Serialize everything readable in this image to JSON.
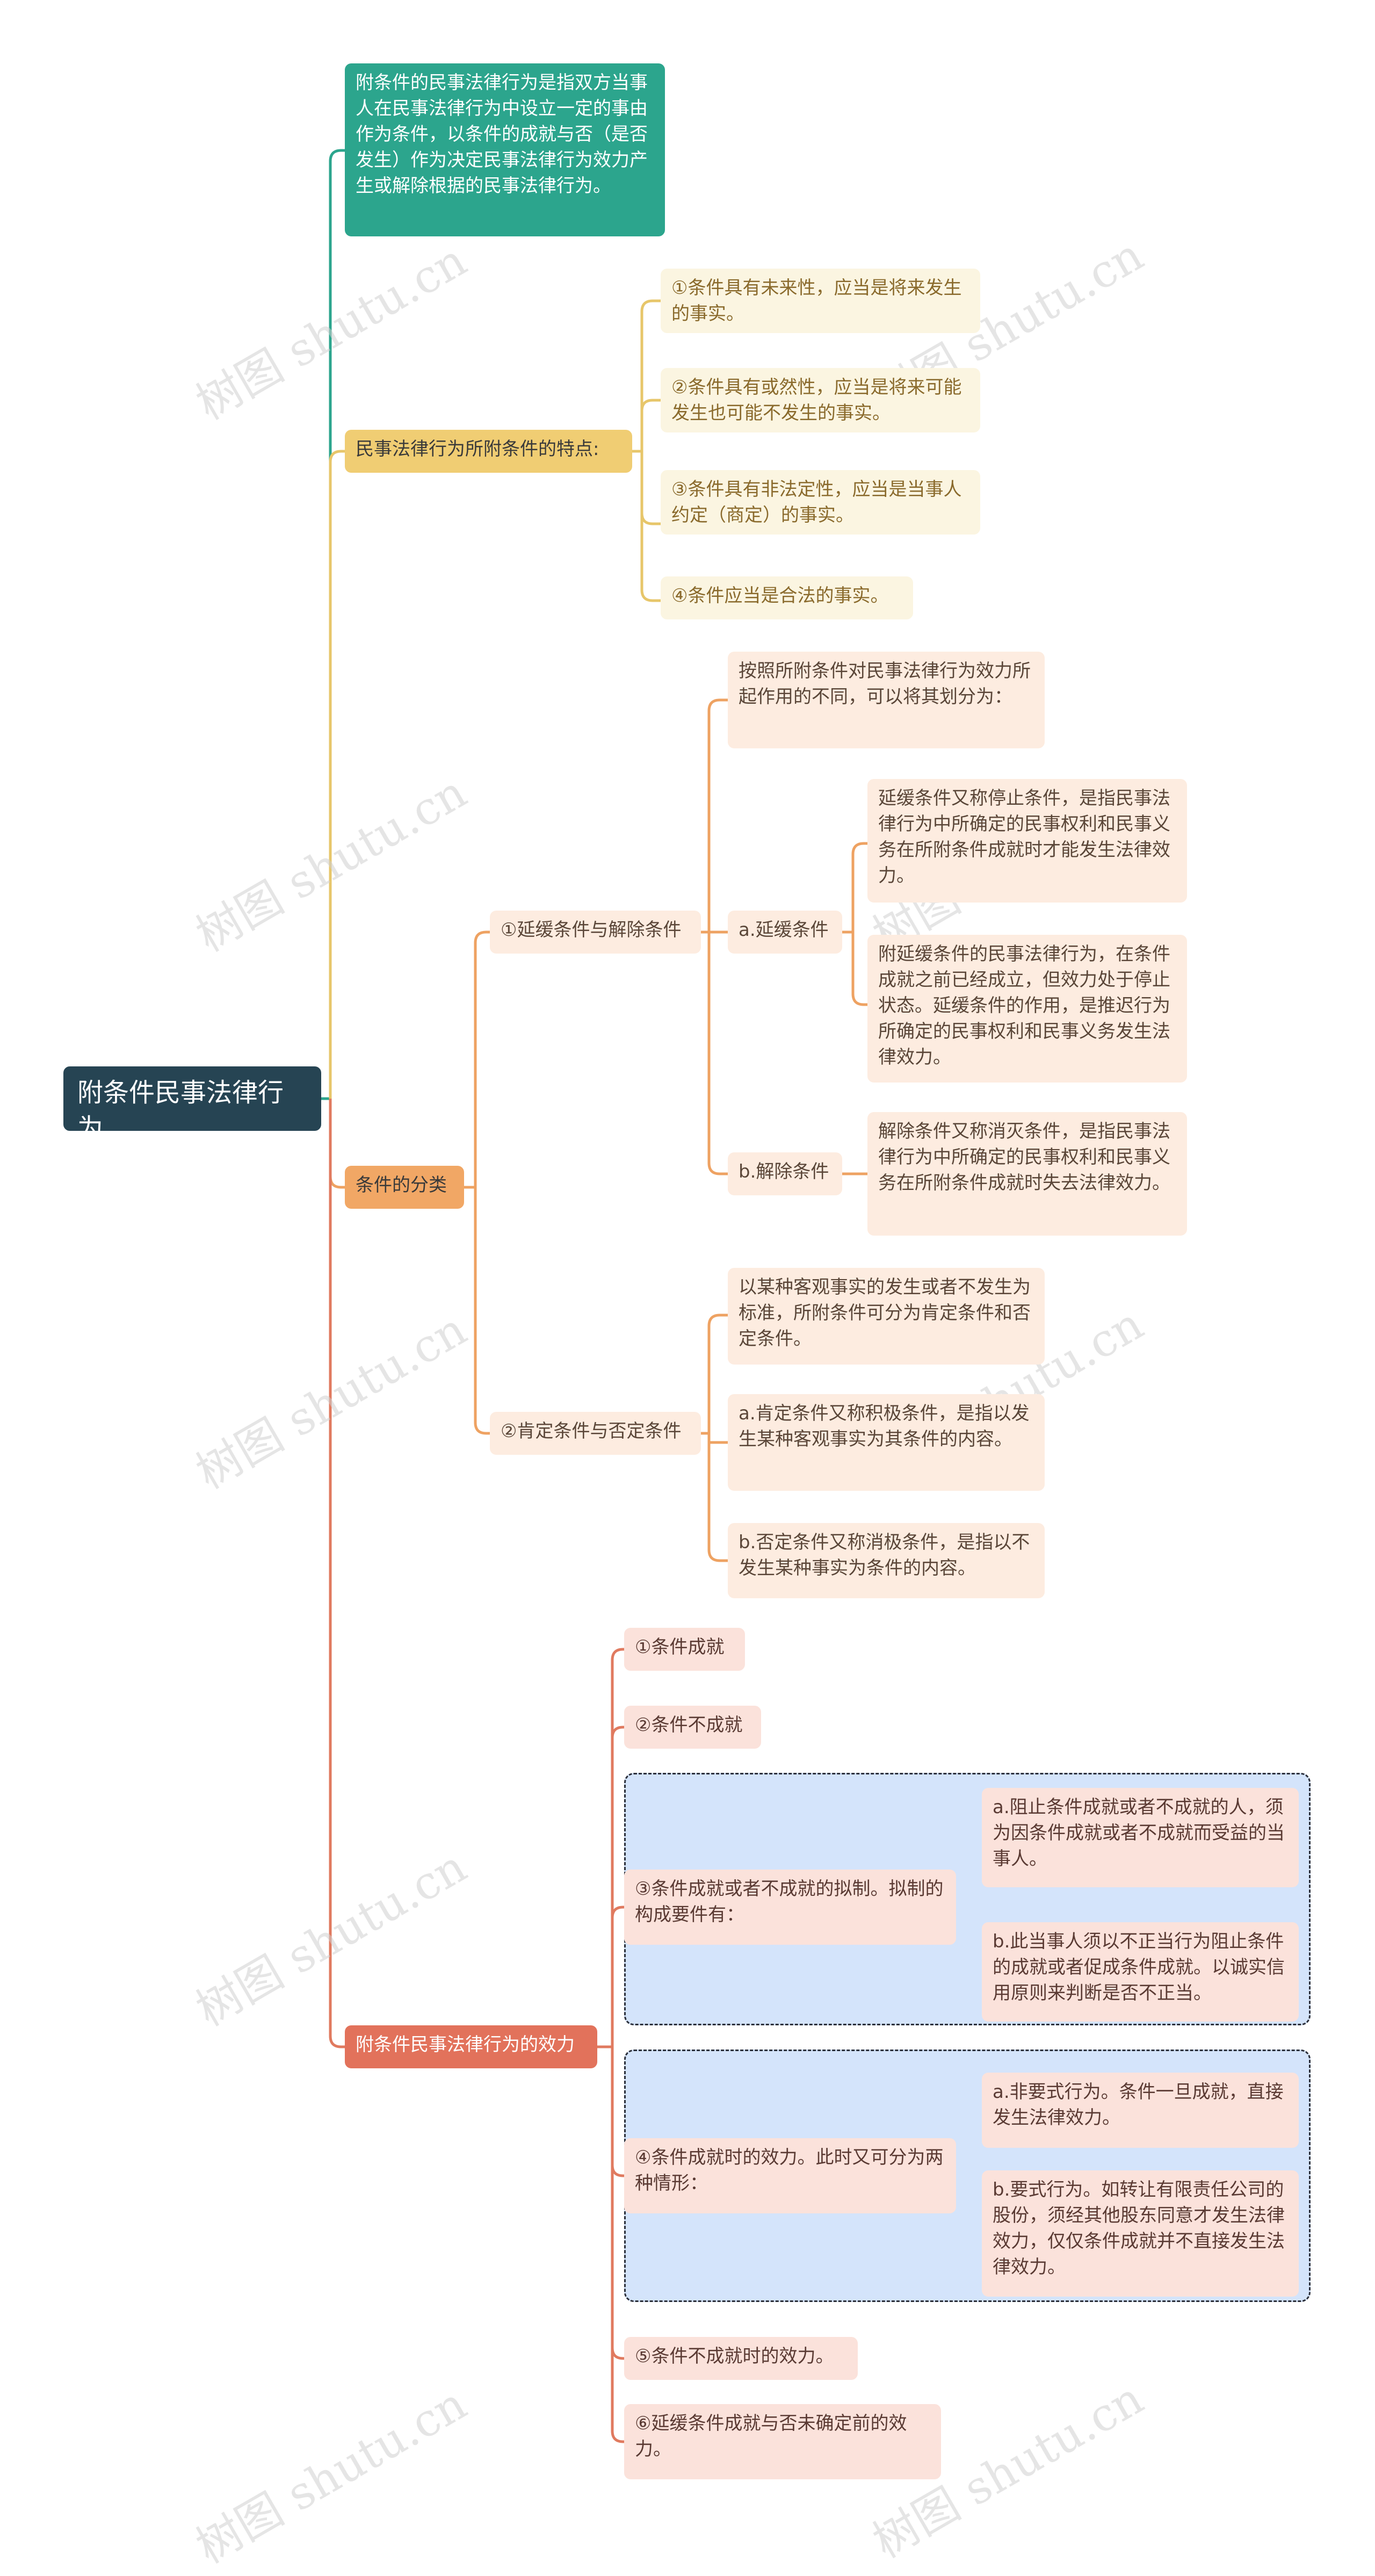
{
  "root": "附条件民事法律行为",
  "definition": "附条件的民事法律行为是指双方当事人在民事法律行为中设立一定的事由作为条件，以条件的成就与否（是否发生）作为决定民事法律行为效力产生或解除根据的民事法律行为。",
  "features": {
    "title": "民事法律行为所附条件的特点:",
    "items": [
      "①条件具有未来性，应当是将来发生的事实。",
      "②条件具有或然性，应当是将来可能发生也可能不发生的事实。",
      "③条件具有非法定性，应当是当事人约定（商定）的事实。",
      "④条件应当是合法的事实。"
    ]
  },
  "classification": {
    "title": "条件的分类",
    "group1": {
      "title": "①延缓条件与解除条件",
      "intro": "按照所附条件对民事法律行为效力所起作用的不同，可以将其划分为：",
      "a_title": "a.延缓条件",
      "a_items": [
        "延缓条件又称停止条件，是指民事法律行为中所确定的民事权利和民事义务在所附条件成就时才能发生法律效力。",
        "附延缓条件的民事法律行为，在条件成就之前已经成立，但效力处于停止状态。延缓条件的作用，是推迟行为所确定的民事权利和民事义务发生法律效力。"
      ],
      "b_title": "b.解除条件",
      "b_items": [
        "解除条件又称消灭条件，是指民事法律行为中所确定的民事权利和民事义务在所附条件成就时失去法律效力。"
      ]
    },
    "group2": {
      "title": "②肯定条件与否定条件",
      "items": [
        "以某种客观事实的发生或者不发生为标准，所附条件可分为肯定条件和否定条件。",
        "a.肯定条件又称积极条件，是指以发生某种客观事实为其条件的内容。",
        "b.否定条件又称消极条件，是指以不发生某种事实为条件的内容。"
      ]
    }
  },
  "effect": {
    "title": "附条件民事法律行为的效力",
    "e1": "①条件成就",
    "e2": "②条件不成就",
    "e3": {
      "title": "③条件成就或者不成就的拟制。拟制的构成要件有：",
      "items": [
        "a.阻止条件成就或者不成就的人，须为因条件成就或者不成就而受益的当事人。",
        "b.此当事人须以不正当行为阻止条件的成就或者促成条件成就。以诚实信用原则来判断是否不正当。"
      ]
    },
    "e4": {
      "title": "④条件成就时的效力。此时又可分为两种情形：",
      "items": [
        "a.非要式行为。条件一旦成就，直接发生法律效力。",
        "b.要式行为。如转让有限责任公司的股份，须经其他股东同意才发生法律效力，仅仅条件成就并不直接发生法律效力。"
      ]
    },
    "e5": "⑤条件不成就时的效力。",
    "e6": "⑥延缓条件成就与否未确定前的效力。"
  },
  "watermark": "树图 shutu.cn",
  "colors": {
    "root": "#264453",
    "definition": "#2ca58d",
    "yellow_branch": "#e7c66a",
    "orange_branch": "#eea262",
    "red_branch": "#e07a5f",
    "group_fill": "#d4e4fb"
  }
}
